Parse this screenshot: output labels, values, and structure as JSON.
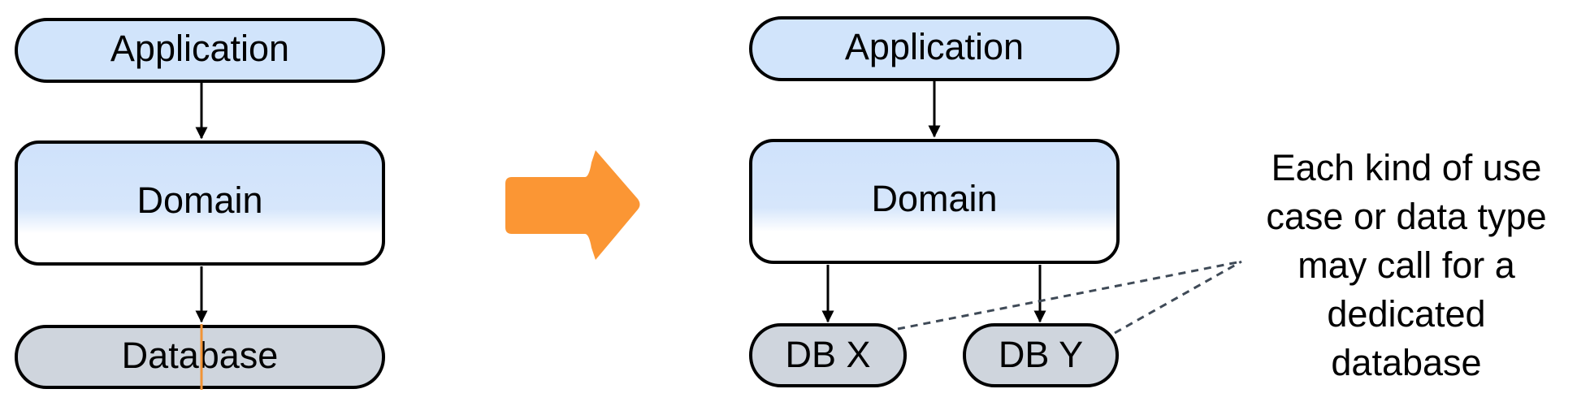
{
  "before": {
    "application_label": "Application",
    "domain_label": "Domain",
    "database_label": "Database"
  },
  "after": {
    "application_label": "Application",
    "domain_label": "Domain",
    "db_x_label": "DB X",
    "db_y_label": "DB Y"
  },
  "annotation": {
    "lines": [
      "Each kind of use",
      "case or data type",
      "may call for a",
      "dedicated",
      "database"
    ]
  },
  "colors": {
    "application_fill": "#d1e4fb",
    "domain_fill_top": "#cfe2fb",
    "database_fill": "#cfd5dd",
    "transition_arrow": "#fb9634",
    "stroke": "#000000",
    "database_marker": "#f29436",
    "dashed_line": "#3f4a57"
  }
}
